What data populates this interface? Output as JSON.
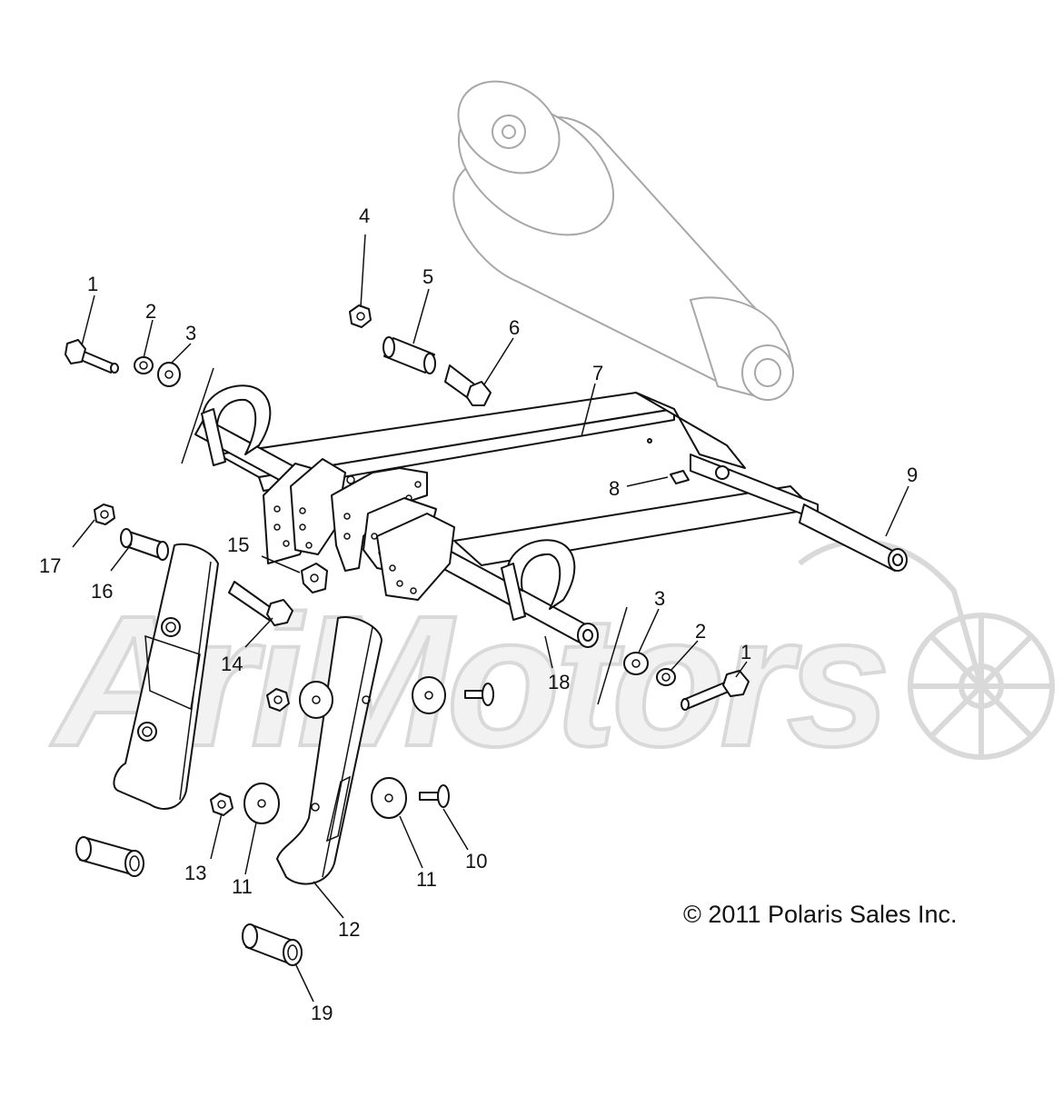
{
  "watermark": {
    "text": "AriMotors"
  },
  "copyright": "© 2011 Polaris Sales Inc.",
  "callouts": [
    {
      "id": "c1a",
      "label": "1"
    },
    {
      "id": "c2a",
      "label": "2"
    },
    {
      "id": "c3a",
      "label": "3"
    },
    {
      "id": "c4",
      "label": "4"
    },
    {
      "id": "c5",
      "label": "5"
    },
    {
      "id": "c6",
      "label": "6"
    },
    {
      "id": "c7",
      "label": "7"
    },
    {
      "id": "c8",
      "label": "8"
    },
    {
      "id": "c9",
      "label": "9"
    },
    {
      "id": "c17",
      "label": "17"
    },
    {
      "id": "c16",
      "label": "16"
    },
    {
      "id": "c15",
      "label": "15"
    },
    {
      "id": "c14",
      "label": "14"
    },
    {
      "id": "c18",
      "label": "18"
    },
    {
      "id": "c3b",
      "label": "3"
    },
    {
      "id": "c2b",
      "label": "2"
    },
    {
      "id": "c1b",
      "label": "1"
    },
    {
      "id": "c13",
      "label": "13"
    },
    {
      "id": "c11a",
      "label": "11"
    },
    {
      "id": "c11b",
      "label": "11"
    },
    {
      "id": "c10",
      "label": "10"
    },
    {
      "id": "c12",
      "label": "12"
    },
    {
      "id": "c19",
      "label": "19"
    }
  ],
  "colors": {
    "line": "#111111",
    "ghost": "#a7a7a7",
    "watermark": "#d9d9d9"
  }
}
